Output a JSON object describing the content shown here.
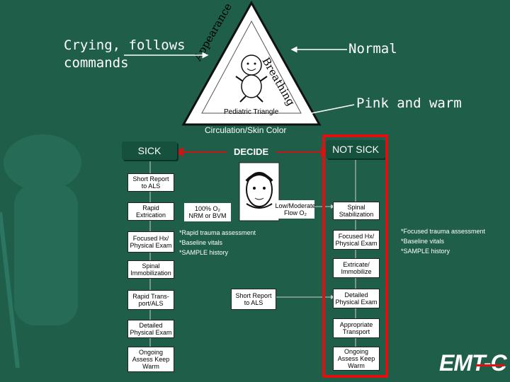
{
  "triangle": {
    "side_left": "Appearance",
    "side_right": "Breathing",
    "bottom": "Circulation/Skin Color",
    "center_label": "Pediatric Triangle"
  },
  "left_note": "Crying, follows\ncommands",
  "right_note_top": "Normal",
  "right_note_bottom": "Pink and warm",
  "decision": {
    "sick": "SICK",
    "decide": "DECIDE",
    "not_sick": "NOT SICK"
  },
  "left_column": [
    "Short Report\nto ALS",
    "Rapid\nExtrication",
    "Focused Hx/\nPhysical Exam",
    "Spinal\nImmobilization",
    "Rapid Trans-\nport/ALS",
    "Detailed\nPhysical Exam",
    "Ongoing\nAssess Keep\nWarm"
  ],
  "middle": {
    "oxygen_high": "100% O₂\nNRM or BVM",
    "oxygen_low": "Low/Moderate\nFlow O₂",
    "assessment_notes": "*Rapid trauma assessment\n*Baseline vitals\n*SAMPLE history",
    "short_report": "Short Report\nto ALS"
  },
  "right_column": [
    "Spinal\nStabilization",
    "Focused Hx/\nPhysical Exam",
    "Extricate/\nImmobilize",
    "Detailed\nPhysical Exam",
    "Appropriate\nTransport",
    "Ongoing\nAssess Keep\nWarm"
  ],
  "right_notes": "*Focused trauma assessment\n*Baseline vitals\n*SAMPLE history",
  "logo": "EMT-C",
  "colors": {
    "background": "#1f5f4a",
    "highlight": "#e01010",
    "arrow": "#c81515"
  }
}
